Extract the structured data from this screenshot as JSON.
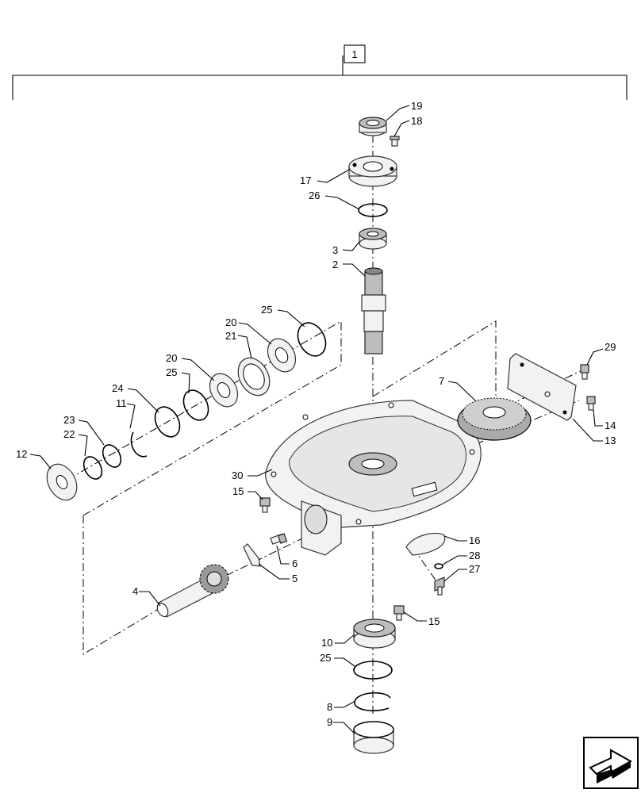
{
  "assembly_label": "1",
  "callouts": [
    {
      "id": "19",
      "text": "19"
    },
    {
      "id": "18",
      "text": "18"
    },
    {
      "id": "17",
      "text": "17"
    },
    {
      "id": "26",
      "text": "26"
    },
    {
      "id": "3",
      "text": "3"
    },
    {
      "id": "2",
      "text": "2"
    },
    {
      "id": "25a",
      "text": "25"
    },
    {
      "id": "20a",
      "text": "20"
    },
    {
      "id": "21",
      "text": "21"
    },
    {
      "id": "20b",
      "text": "20"
    },
    {
      "id": "25b",
      "text": "25"
    },
    {
      "id": "24",
      "text": "24"
    },
    {
      "id": "11",
      "text": "11"
    },
    {
      "id": "23",
      "text": "23"
    },
    {
      "id": "22",
      "text": "22"
    },
    {
      "id": "12",
      "text": "12"
    },
    {
      "id": "29",
      "text": "29"
    },
    {
      "id": "7",
      "text": "7"
    },
    {
      "id": "14",
      "text": "14"
    },
    {
      "id": "13",
      "text": "13"
    },
    {
      "id": "30",
      "text": "30"
    },
    {
      "id": "15a",
      "text": "15"
    },
    {
      "id": "6",
      "text": "6"
    },
    {
      "id": "5",
      "text": "5"
    },
    {
      "id": "16",
      "text": "16"
    },
    {
      "id": "28",
      "text": "28"
    },
    {
      "id": "27",
      "text": "27"
    },
    {
      "id": "4",
      "text": "4"
    },
    {
      "id": "15b",
      "text": "15"
    },
    {
      "id": "10",
      "text": "10"
    },
    {
      "id": "25c",
      "text": "25"
    },
    {
      "id": "8",
      "text": "8"
    },
    {
      "id": "9",
      "text": "9"
    }
  ]
}
